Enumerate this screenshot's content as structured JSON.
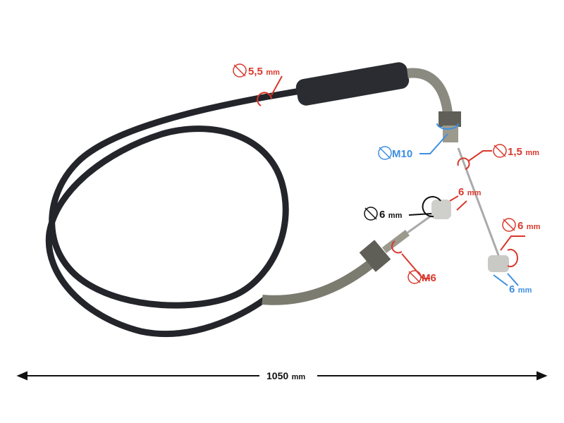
{
  "colors": {
    "red": "#d9382c",
    "blue": "#3d8fe0",
    "black": "#111111",
    "cable": "#23252b",
    "metal": "#8a8a80"
  },
  "dimensions": {
    "outer_diameter": {
      "value": "5,5",
      "unit": "mm",
      "symbol": "diameter-icon"
    },
    "thread_top": {
      "value": "M10",
      "symbol": "diameter-icon"
    },
    "inner_wire": {
      "value": "1,5",
      "unit": "mm",
      "symbol": "diameter-icon"
    },
    "left_end_length": {
      "value": "6",
      "unit": "mm"
    },
    "left_end_diameter": {
      "value": "6",
      "unit": "mm",
      "symbol": "diameter-icon"
    },
    "right_end_diameter": {
      "value": "6",
      "unit": "mm",
      "symbol": "diameter-icon"
    },
    "thread_bottom": {
      "value": "M6",
      "symbol": "diameter-icon"
    },
    "right_end_length": {
      "value": "6",
      "unit": "mm"
    },
    "total_length": {
      "value": "1050",
      "unit": "mm"
    }
  }
}
